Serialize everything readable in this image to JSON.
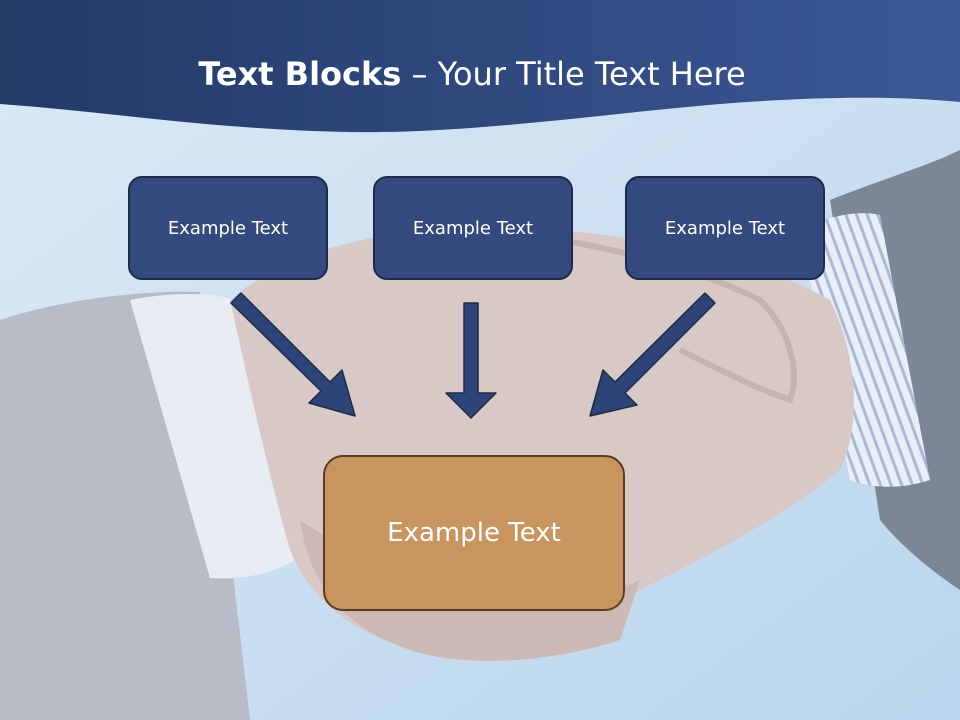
{
  "title": {
    "bold_part": "Text Blocks",
    "rest": "– Your Title Text Here"
  },
  "blocks": {
    "top": [
      "Example Text",
      "Example Text",
      "Example Text"
    ],
    "bottom": "Example Text"
  },
  "colors": {
    "header_band": "#2c4477",
    "top_block_fill": "#34497d",
    "top_block_border": "#1e2a47",
    "bottom_block_fill": "#c9955e",
    "bottom_block_border": "#5a3c1e",
    "arrow": "#2c4477",
    "sky": "#cfe2f1"
  }
}
